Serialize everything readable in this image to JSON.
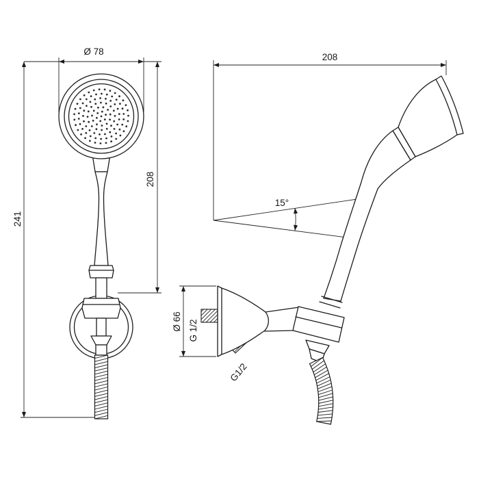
{
  "page": {
    "background": "#ffffff",
    "line_color": "#1b1b1b"
  },
  "views": {
    "front": {
      "dim_head_diameter": "Ø 78",
      "dim_total_height": "241",
      "dim_head_to_holder": "208"
    },
    "side": {
      "dim_wall_distance": "208",
      "dim_angle": "15°",
      "dim_flange_diameter": "Ø 66",
      "label_inlet_thread": "G 1/2",
      "label_outlet_thread": "G1/2"
    }
  }
}
